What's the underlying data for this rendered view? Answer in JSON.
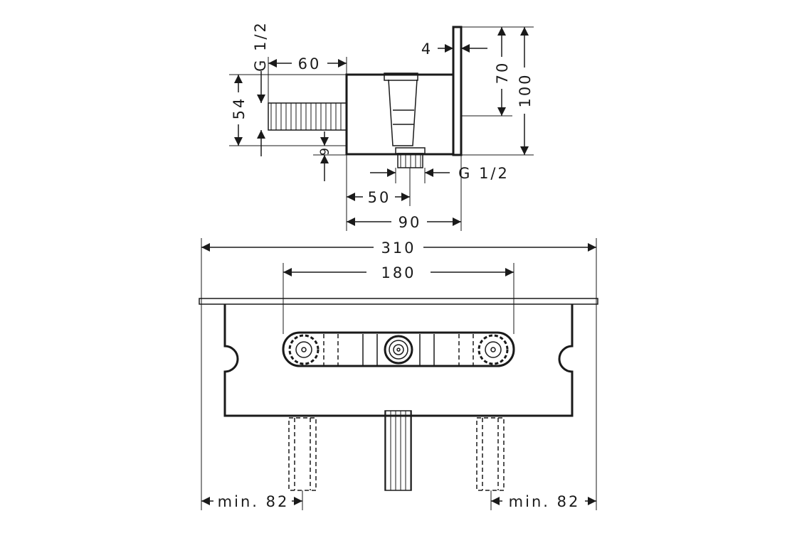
{
  "title": "Technical dimension drawing",
  "side_view": {
    "dim_pipe_length": "60",
    "dim_pipe_thread": "G 1/2",
    "dim_height": "54",
    "dim_offset": "9",
    "dim_flange": "4",
    "dim_flange_inner": "70",
    "dim_flange_outer": "100",
    "dim_outlet_thread": "G 1/2",
    "dim_outlet_pos": "50",
    "dim_depth": "90"
  },
  "front_view": {
    "dim_width": "310",
    "dim_valve_spacing": "180",
    "dim_min_left": "min. 82",
    "dim_min_right": "min. 82"
  }
}
